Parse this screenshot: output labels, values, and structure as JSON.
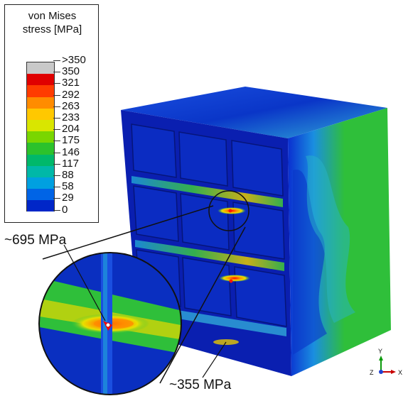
{
  "legend": {
    "title_line1": "von Mises",
    "title_line2": "stress [MPa]",
    "entries": [
      {
        "label": ">350",
        "color": "#c9c9c9"
      },
      {
        "label": "350",
        "color": "#e00000"
      },
      {
        "label": "321",
        "color": "#ff3c00"
      },
      {
        "label": "292",
        "color": "#ff8c00"
      },
      {
        "label": "263",
        "color": "#ffc800"
      },
      {
        "label": "233",
        "color": "#d9e600"
      },
      {
        "label": "204",
        "color": "#7ad600"
      },
      {
        "label": "175",
        "color": "#2cc22c"
      },
      {
        "label": "146",
        "color": "#00b86a"
      },
      {
        "label": "117",
        "color": "#00b8a8"
      },
      {
        "label": "88",
        "color": "#00a0e0"
      },
      {
        "label": "58",
        "color": "#0064e6"
      },
      {
        "label": "29",
        "color": "#0026c8"
      },
      {
        "label": "0",
        "color": ""
      }
    ]
  },
  "callouts": {
    "peak": "~695 MPa",
    "edge": "~355 MPa"
  },
  "axes": {
    "y": "Y",
    "z": "Z",
    "x": "X"
  }
}
